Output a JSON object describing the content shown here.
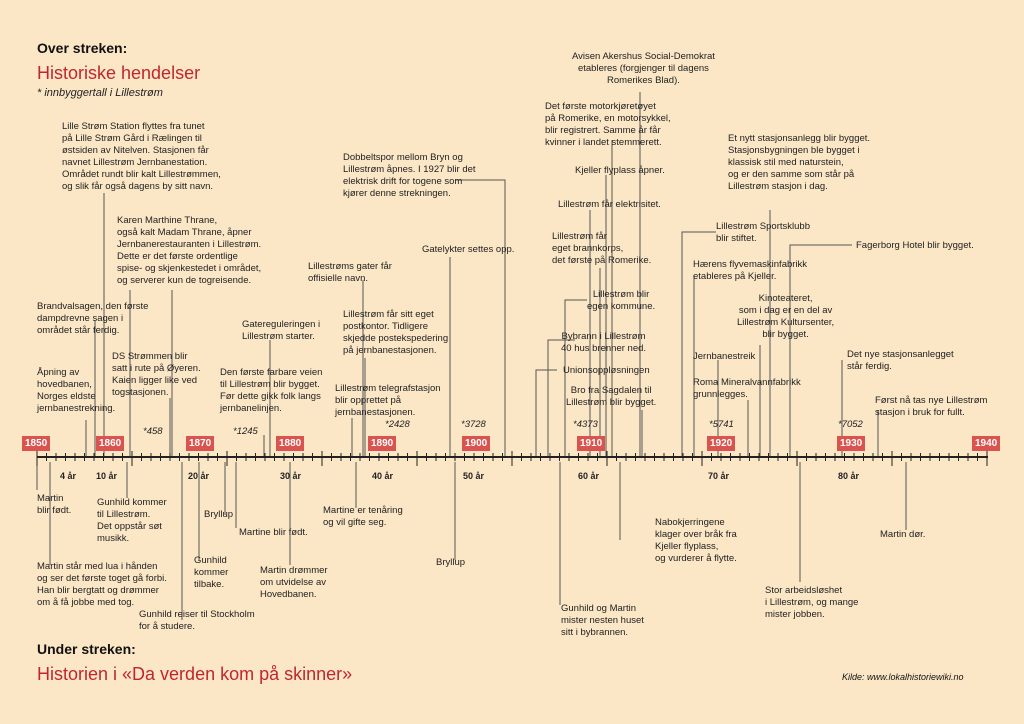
{
  "header": {
    "above_label": "Over streken:",
    "above_title": "Historiske hendelser",
    "footnote": "* innbyggertall i Lillestrøm"
  },
  "footer": {
    "below_label": "Under streken:",
    "below_title": "Historien i «Da verden kom på skinner»",
    "source": "Kilde: www.lokalhistoriewiki.no"
  },
  "axis": {
    "decades": [
      "1850",
      "1860",
      "1870",
      "1880",
      "1890",
      "1900",
      "1910",
      "1920",
      "1930",
      "1940"
    ],
    "ages": [
      "4 år",
      "10 år",
      "20 år",
      "30 år",
      "40 år",
      "50 år",
      "60 år",
      "70 år",
      "80 år"
    ],
    "population": [
      "*458",
      "*1245",
      "*2428",
      "*3728",
      "*4373",
      "*5741",
      "*7052"
    ]
  },
  "above_events": [
    "Lille Strøm Station flyttes fra tunet\npå Lille Strøm Gård i Rælingen til\nøstsiden av Nitelven. Stasjonen får\nnavnet Lillestrøm Jernbanestation.\nOmrådet rundt blir kalt Lillestrømmen,\nog slik får også dagens by sitt navn.",
    "Karen Marthine Thrane,\nogså kalt Madam Thrane, åpner\nJernbanerestauranten i Lillestrøm.\nDette er det første ordentlige\nspise- og skjenkestedet i området,\nog serverer kun de togreisende.",
    "Brandvalsagen, den første\ndampdrevne sagen i\nområdet står ferdig.",
    "Åpning av\nhovedbanen,\nNorges eldste\njernbanestrekning.",
    "DS Strømmen blir\nsatt i rute på Øyeren.\nKaien ligger like ved\ntogstasjonen.",
    "Gatereguleringen i\nLillestrøm starter.",
    "Den første farbare veien\ntil Lillestrøm blir bygget.\nFør dette gikk folk langs\njernbanelinjen.",
    "Lillestrøms gater får\noffisielle navn.",
    "Lillestrøm får sitt eget\npostkontor. Tidligere\nskjedde postekspedering\npå jernbanestasjonen.",
    "Lillestrøm telegrafstasjon\nblir opprettet på\njernbanestasjonen.",
    "Dobbeltspor mellom Bryn og\nLillestrøm åpnes. I 1927 blir det\nelektrisk drift for togene som\nkjører denne strekningen.",
    "Gatelykter settes opp.",
    "Avisen Akershus Social-Demokrat\netableres (forgjenger til dagens\nRomerikes Blad).",
    "Det første motorkjøretøyet\npå Romerike, en motorsykkel,\nblir registrert. Samme år får\nkvinner i landet stemmerett.",
    "Kjeller flyplass åpner.",
    "Lillestrøm får elektrisitet.",
    "Lillestrøm får\neget brannkorps,\ndet første på Romerike.",
    "Lillestrøm blir\negen kommune.",
    "Bybrann i Lillestrøm\n40 hus brenner ned.",
    "Unionsoppløsningen",
    "Bro fra Sagdalen til\nLillestrøm blir bygget.",
    "Et nytt stasjonsanlegg blir bygget.\nStasjonsbygningen ble bygget i\nklassisk stil med naturstein,\nog er den samme som står på\nLillestrøm stasjon i dag.",
    "Lillestrøm Sportsklubb\nblir stiftet.",
    "Fagerborg Hotel blir bygget.",
    "Hærens flyvemaskinfabrikk\netableres på Kjeller.",
    "Kinoteateret,\nsom i dag er en del av\nLillestrøm Kultursenter,\nblir bygget.",
    "Jernbanestreik",
    "Roma Mineralvannfabrikk\ngrunnlegges.",
    "Det nye stasjonsanlegget\nstår ferdig.",
    "Først nå tas nye Lillestrøm\nstasjon i bruk for fullt."
  ],
  "below_events": [
    "Martin\nblir født.",
    "Martin står med lua i hånden\nog ser det første toget gå forbi.\nHan blir bergtatt og drømmer\nom å få jobbe med tog.",
    "Gunhild kommer\ntil Lillestrøm.\nDet oppstår søt\nmusikk.",
    "Gunhild reiser til Stockholm\nfor å studere.",
    "Gunhild\nkommer\ntilbake.",
    "Bryllup",
    "Martine blir født.",
    "Martin drømmer\nom utvidelse av\nHovedbanen.",
    "Martine er tenåring\nog vil gifte seg.",
    "Bryllup",
    "Gunhild og Martin\nmister nesten huset\nsitt i bybrannen.",
    "Nabokjerringene\nklager over bråk fra\nKjeller flyplass,\nog vurderer å flytte.",
    "Stor arbeidsløshet\ni Lillestrøm, og mange\nmister jobben.",
    "Martin dør."
  ]
}
